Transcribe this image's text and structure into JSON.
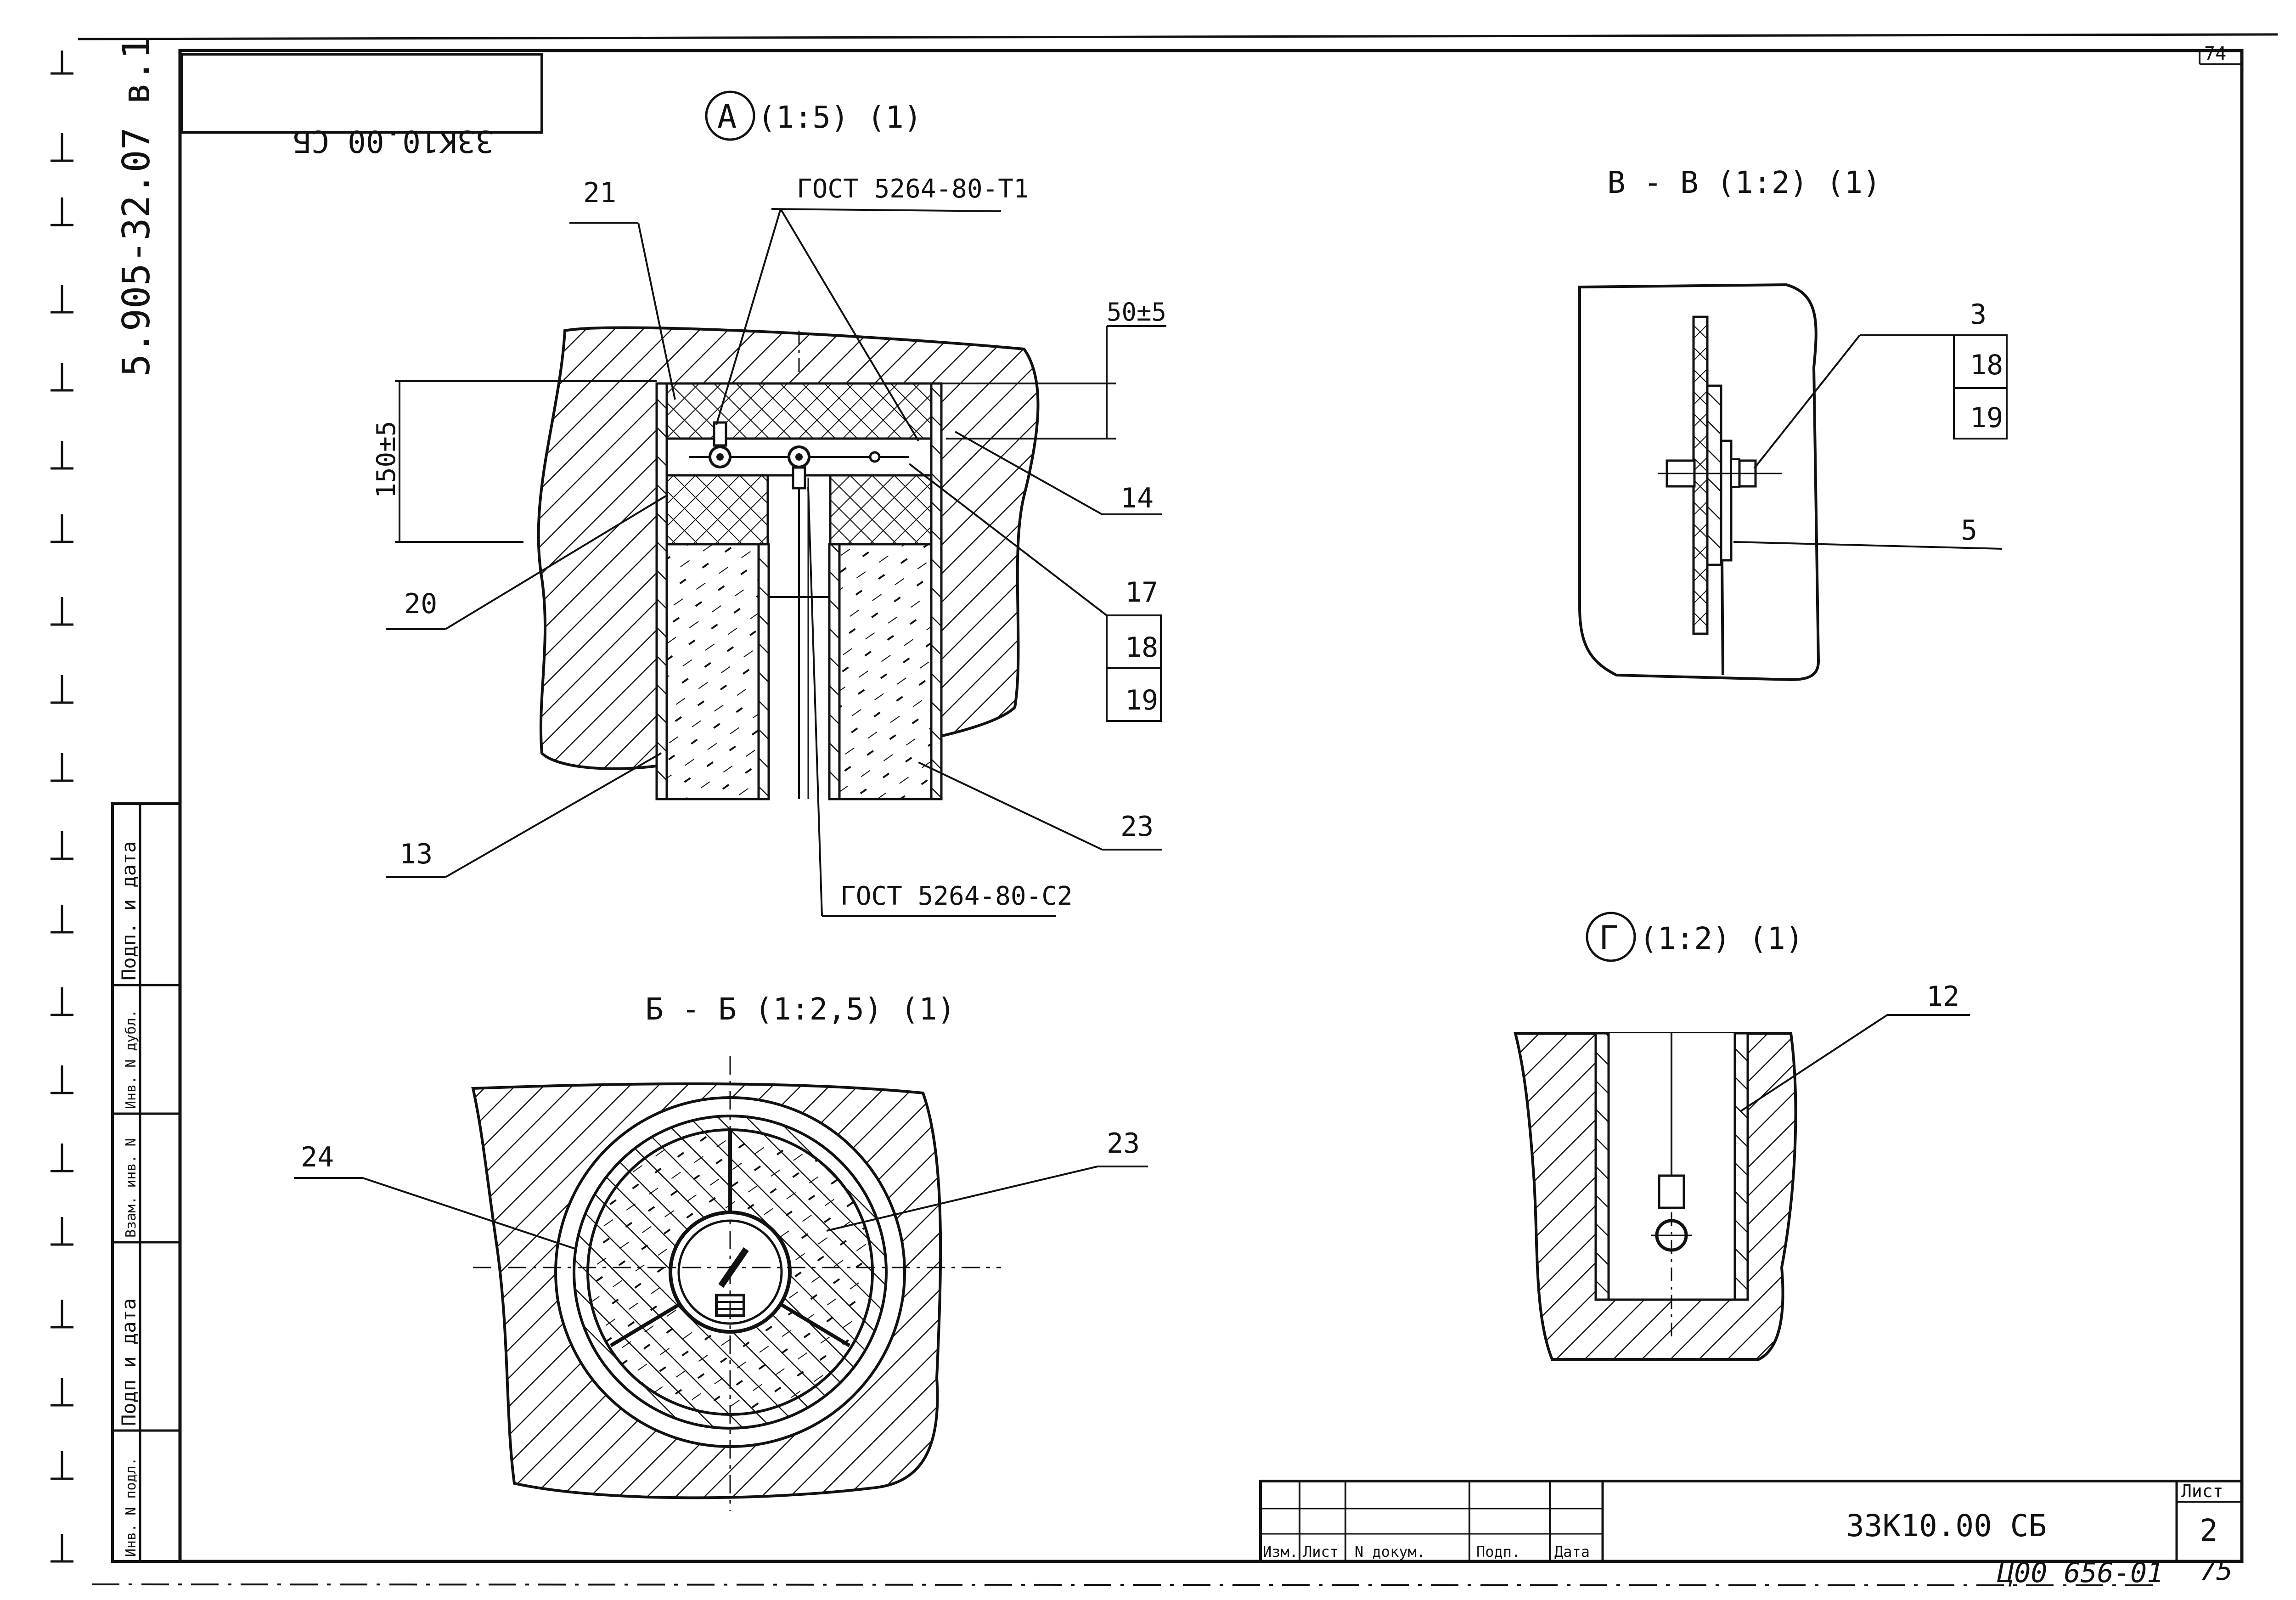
{
  "header": {
    "stamp_mirrored": "33К10.00 СБ",
    "side_doc": "5.905-32.07 в.1",
    "corner_sheet": "74"
  },
  "view_a": {
    "mark": "А",
    "title": "(1:5) (1)",
    "weld_top": "ГОСТ 5264-80-Т1",
    "weld_bottom": "ГОСТ 5264-80-С2",
    "dim_side": "150±5",
    "dim_top": "50±5",
    "refs": {
      "p21": "21",
      "p14": "14",
      "p20": "20",
      "p17": "17",
      "p18": "18",
      "p19": "19",
      "p13": "13",
      "p23": "23"
    }
  },
  "view_b": {
    "title": "Б - Б (1:2,5) (1)",
    "refs": {
      "p24": "24",
      "p23": "23"
    }
  },
  "view_v": {
    "title": "В - В (1:2) (1)",
    "refs": {
      "p3": "3",
      "p18": "18",
      "p19": "19",
      "p5": "5"
    }
  },
  "view_g": {
    "mark": "Г",
    "title": "(1:2) (1)",
    "refs": {
      "p12": "12"
    }
  },
  "left_strip": {
    "labels": [
      "Подп. и дата",
      "Инв. N дубл.",
      "Взам. инв. N",
      "Подп и дата",
      "Инв. N подл."
    ]
  },
  "title_block": {
    "columns": [
      "Изм.",
      "Лист",
      "N докум.",
      "Подп.",
      "Дата"
    ],
    "designation": "33К10.00 СБ",
    "sheet_label": "Лист",
    "sheet_number": "2"
  },
  "footer": {
    "handwritten": "Ц00 656-01",
    "page_no": "75"
  }
}
